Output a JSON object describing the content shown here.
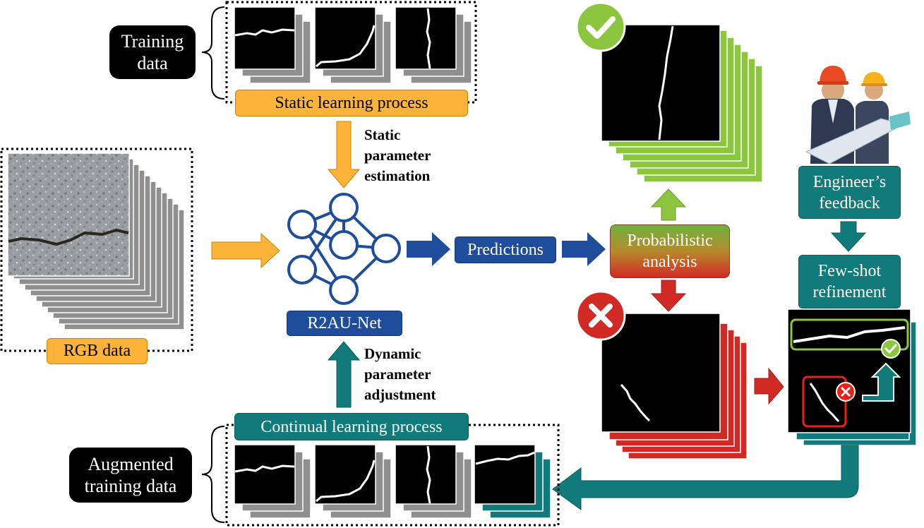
{
  "labels": {
    "training_data": "Training\ndata",
    "augmented_training_data": "Augmented\ntraining data",
    "static_learning": "Static learning process",
    "continual_learning": "Continual learning process",
    "rgb_data": "RGB data",
    "r2au_net": "R2AU-Net",
    "predictions": "Predictions",
    "probabilistic_analysis": "Probabilistic\nanalysis",
    "engineers_feedback": "Engineer’s\nfeedback",
    "few_shot_refinement": "Few-shot\nrefinement",
    "static_parameter_estimation": "Static\nparameter\nestimation",
    "dynamic_parameter_adjustment": "Dynamic\nparameter\nadjustment"
  },
  "icons": {
    "accept": "check-icon",
    "reject": "cross-icon",
    "network": "neural-network-icon",
    "engineers": "engineers-illustration"
  },
  "colors": {
    "orange": "#fbb33a",
    "blue": "#1e4d9b",
    "teal": "#117b7b",
    "green": "#8cc63f",
    "red": "#d12a25"
  }
}
